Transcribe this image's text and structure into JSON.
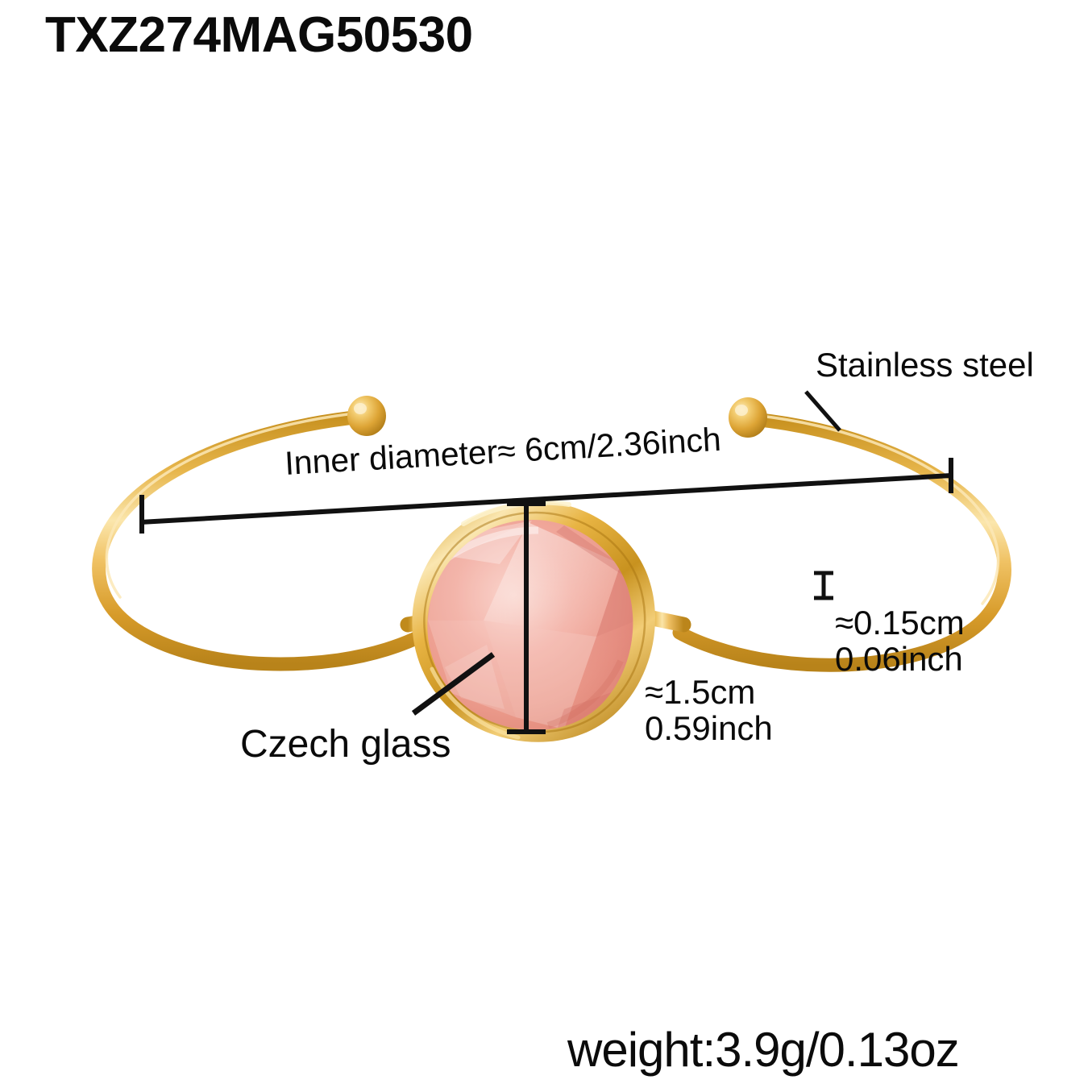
{
  "product": {
    "sku": "TXZ274MAG50530",
    "weight_label": "weight:3.9g/0.13oz"
  },
  "callouts": {
    "material_metal": "Stainless steel",
    "material_stone": "Czech glass"
  },
  "dimensions": {
    "inner_diameter": "Inner diameter≈ 6cm/2.36inch",
    "stone_size_cm": "≈1.5cm",
    "stone_size_inch": "0.59inch",
    "wire_thickness_cm": "≈0.15cm",
    "wire_thickness_inch": "0.06inch"
  },
  "colors": {
    "background": "#ffffff",
    "text": "#0a0a0a",
    "gold_dark": "#b8831a",
    "gold_mid": "#e0a93a",
    "gold_light": "#f5d281",
    "gold_highlight": "#fbe9b8",
    "stone_pink": "#f0a79c",
    "stone_pink_light": "#f7c3bb",
    "stone_pink_deep": "#e08878",
    "dimension_line": "#111111"
  },
  "icons": {
    "bangle": "bangle-cuff-icon",
    "gemstone": "gemstone-icon",
    "ball_terminal": "ball-terminal-icon",
    "leader_line": "leader-line-icon",
    "dimension_arrow": "dimension-line-icon"
  }
}
